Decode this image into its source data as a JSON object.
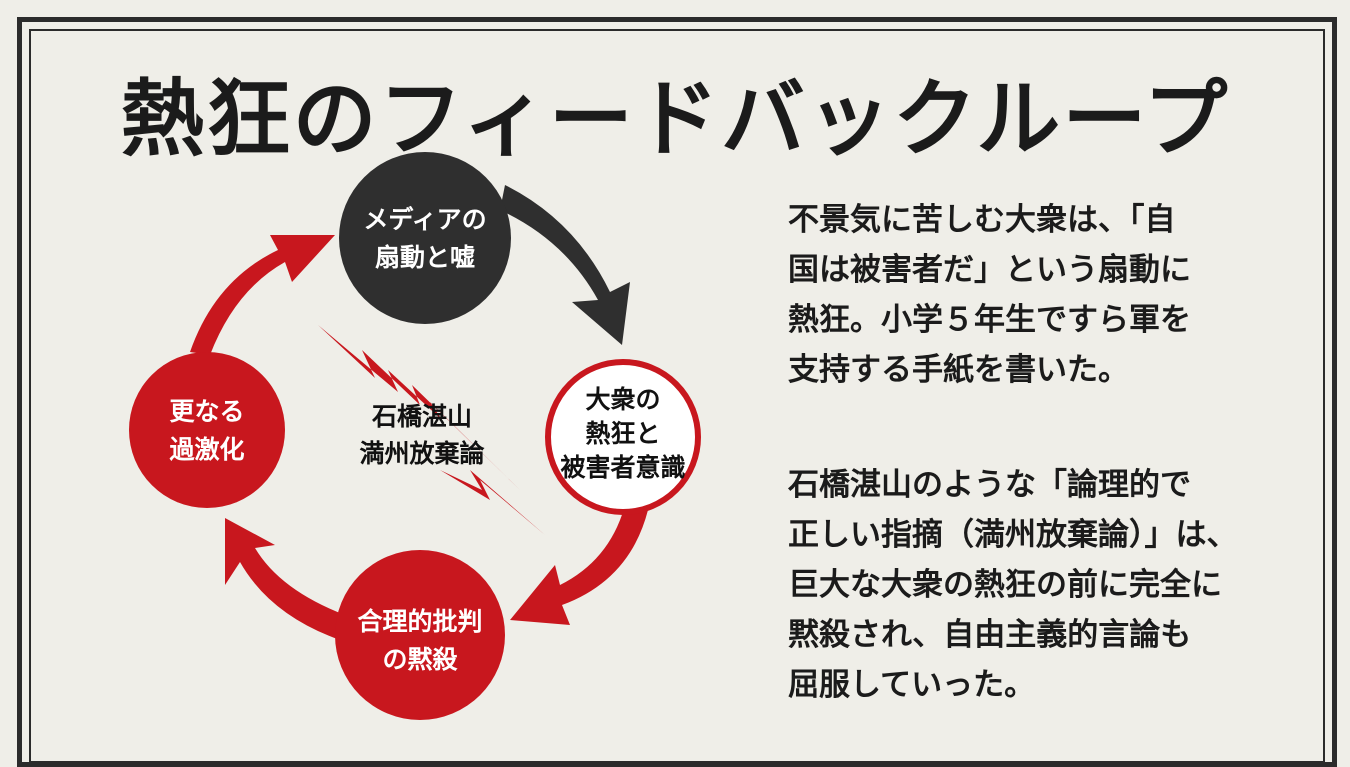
{
  "title": "熱狂のフィードバックループ",
  "nodes": {
    "media": [
      "メディアの",
      "扇動と嘘"
    ],
    "masses": [
      "大衆の",
      "熱狂と",
      "被害者意識"
    ],
    "silence": [
      "合理的批判",
      "の黙殺"
    ],
    "radical": [
      "更なる",
      "過激化"
    ]
  },
  "center_label": [
    "石橋湛山",
    "満州放棄論"
  ],
  "paragraphs": [
    [
      "不景気に苦しむ大衆は、「自",
      "国は被害者だ」という扇動に",
      "熱狂。小学５年生ですら軍を",
      "支持する手紙を書いた。"
    ],
    [
      "石橋湛山のような「論理的で",
      "正しい指摘（満州放棄論）」は、",
      "巨大な大衆の熱狂の前に完全に",
      "黙殺され、自由主義的言論も",
      "屈服していった。"
    ]
  ],
  "colors": {
    "red": "#c8171e",
    "dark": "#2f2f2f",
    "background": "#efeee8"
  }
}
